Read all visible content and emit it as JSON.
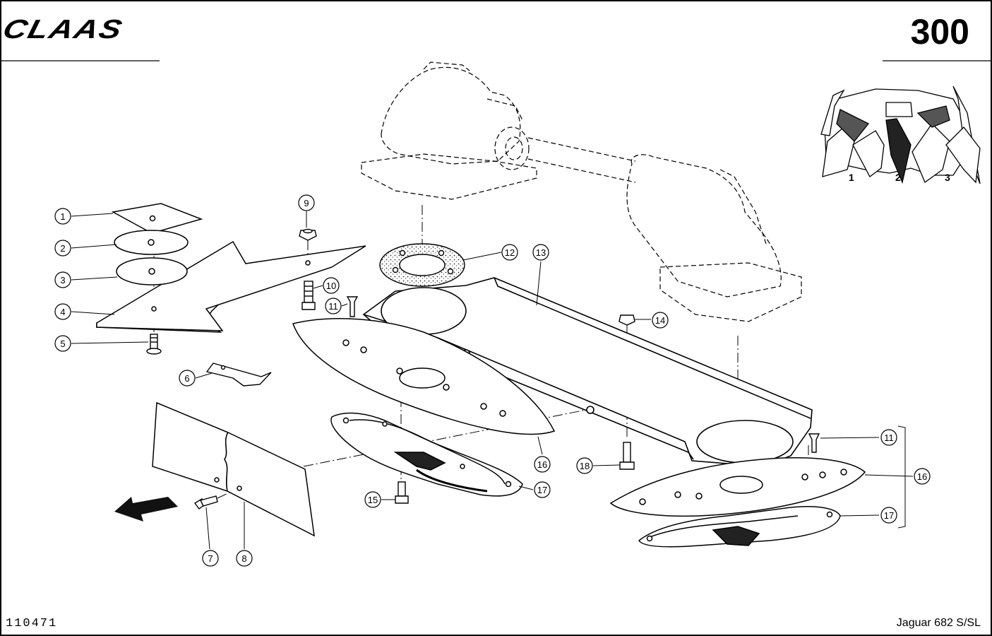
{
  "header": {
    "brand": "CLAAS",
    "page_number": "300"
  },
  "footer": {
    "doc_number": "110471",
    "model": "Jaguar 682 S/SL"
  },
  "reference_labels": [
    "1",
    "2",
    "3"
  ],
  "callouts": [
    {
      "n": "1"
    },
    {
      "n": "2"
    },
    {
      "n": "3"
    },
    {
      "n": "4"
    },
    {
      "n": "5"
    },
    {
      "n": "6"
    },
    {
      "n": "7"
    },
    {
      "n": "8"
    },
    {
      "n": "9"
    },
    {
      "n": "10"
    },
    {
      "n": "11"
    },
    {
      "n": "12"
    },
    {
      "n": "13"
    },
    {
      "n": "14"
    },
    {
      "n": "15"
    },
    {
      "n": "16"
    },
    {
      "n": "17"
    },
    {
      "n": "18"
    },
    {
      "n": "11"
    },
    {
      "n": "16"
    },
    {
      "n": "17"
    }
  ]
}
